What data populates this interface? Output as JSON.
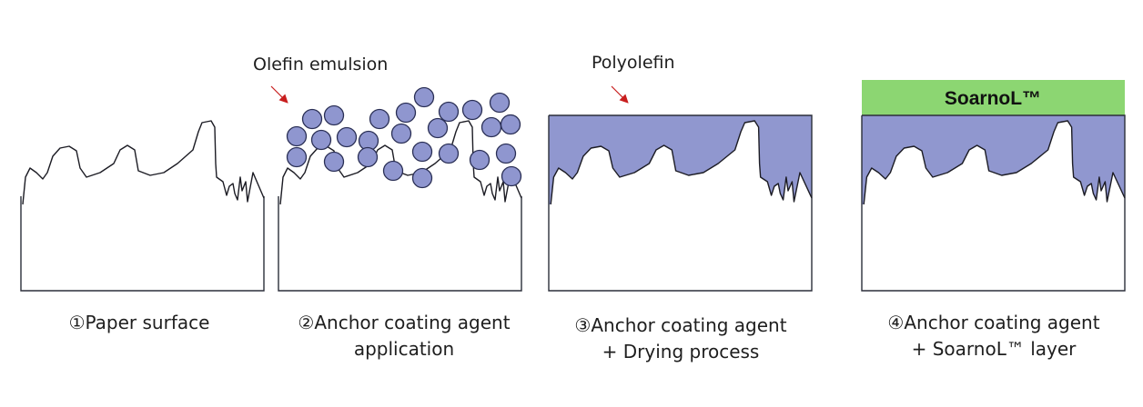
{
  "panels": [
    {
      "label_lines": [
        "①Paper surface"
      ]
    },
    {
      "label_lines": [
        "②Anchor coating agent",
        "application"
      ],
      "annotation": "Olefin emulsion"
    },
    {
      "label_lines": [
        "③Anchor coating agent",
        "+ Drying process"
      ],
      "annotation": "Polyolefin"
    },
    {
      "label_lines": [
        "④Anchor coating agent",
        "+ SoarnoL™ layer"
      ],
      "layer_label": "SoarnoL™"
    }
  ],
  "colors": {
    "coating": "#9097cf",
    "particle": "#8f96cf",
    "soarnol_layer": "#8cd672",
    "arrow": "#c81e1e"
  }
}
